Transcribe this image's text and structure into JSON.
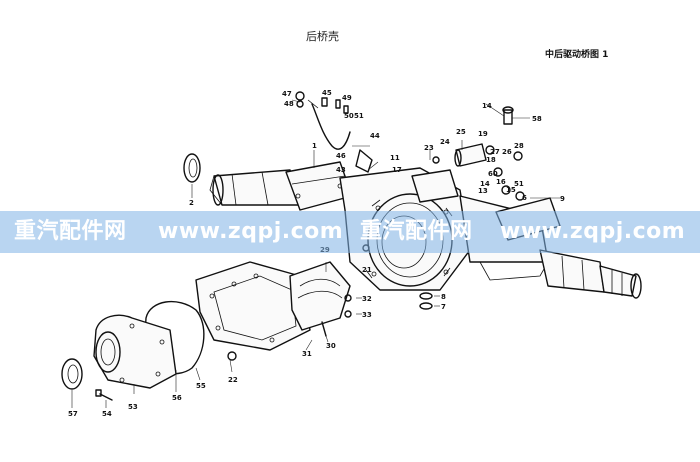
{
  "title": "后桥壳",
  "figure_label": "中后驱动桥图 1",
  "watermark": {
    "brand_a": "重汽配件网",
    "url_a": "www.zqpj.com",
    "brand_b": "重汽配件网",
    "url_b": "www.zqpj.com"
  },
  "callouts": {
    "c1": "1",
    "c2": "2",
    "c6": "6",
    "c7": "7",
    "c8": "8",
    "c9": "9",
    "c11": "11",
    "c13": "13",
    "c14": "14",
    "c15": "15",
    "c16": "16",
    "c17": "17",
    "c18": "18",
    "c19": "19",
    "c21": "21",
    "c22": "22",
    "c23": "23",
    "c24": "24",
    "c25": "25",
    "c26": "26",
    "c27": "27",
    "c28": "28",
    "c29": "29",
    "c30": "30",
    "c31": "31",
    "c32": "32",
    "c33": "33",
    "c43": "43",
    "c44": "44",
    "c45": "45",
    "c46": "46",
    "c47": "47",
    "c48": "48",
    "c49": "49",
    "c50": "50",
    "c51": "51",
    "c53": "53",
    "c54": "54",
    "c55": "55",
    "c56": "56",
    "c57": "57",
    "c58": "58",
    "c60": "60"
  }
}
